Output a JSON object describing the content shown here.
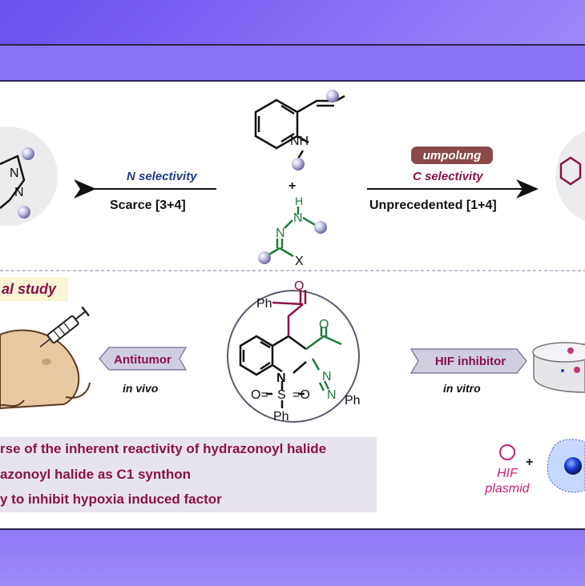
{
  "reaction": {
    "left_selectivity": "N selectivity",
    "left_reaction": "Scarce [3+4]",
    "right_badge": "umpolung",
    "right_selectivity": "C selectivity",
    "right_reaction": "Unprecedented [1+4]",
    "plus": "+"
  },
  "substrate_top": {
    "nh_label": "NH"
  },
  "substrate_bottom": {
    "h_label": "H",
    "n1_label": "N",
    "n2_label": "N",
    "x_label": "X"
  },
  "left_product": {
    "n_top": "N",
    "n_mid": "N"
  },
  "bio": {
    "study_label": "al study",
    "left_button": "Antitumor",
    "left_sub": "in vivo",
    "right_button": "HIF inhibitor",
    "right_sub": "in vitro",
    "hif_label": "HIF",
    "plasmid_label": "plasmid",
    "plus": "+"
  },
  "center_molecule": {
    "o_top": "O",
    "ph_top": "Ph",
    "o_right": "O",
    "n1": "N",
    "n2": "N",
    "n3": "N",
    "ph_right": "Ph",
    "s": "S",
    "o_left": "O=",
    "o_sright": "=O",
    "ph_bottom": "Ph"
  },
  "notes": [
    "rse of the inherent reactivity of hydrazonoyl halide",
    "azonoyl halide as C1 synthon",
    "y to inhibit hypoxia induced factor"
  ],
  "colors": {
    "navy": "#1f3a8a",
    "maroon": "#8a1248",
    "green": "#1f7a3a",
    "badge": "#8b4a4a",
    "purple_band": "#8a73f4"
  }
}
